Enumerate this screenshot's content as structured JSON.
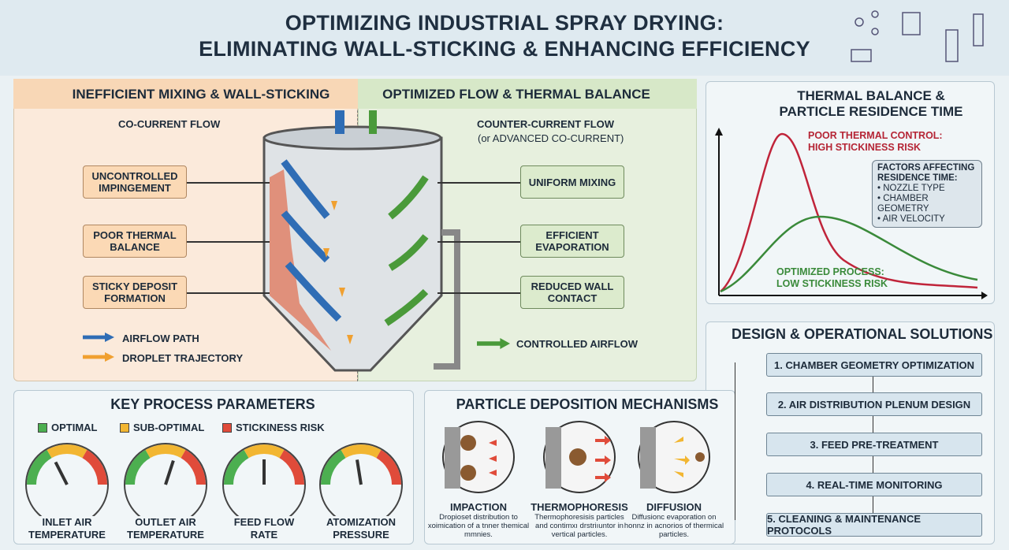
{
  "title": {
    "line1": "OPTIMIZING INDUSTRIAL SPRAY DRYING:",
    "line2": "ELIMINATING WALL-STICKING & ENHANCING EFFICIENCY"
  },
  "left": {
    "header": "INEFFICIENT MIXING & WALL-STICKING",
    "flow": "CO-CURRENT FLOW",
    "boxes": [
      "UNCONTROLLED IMPINGEMENT",
      "POOR THERMAL BALANCE",
      "STICKY DEPOSIT FORMATION"
    ],
    "legend": [
      "AIRFLOW PATH",
      "DROPLET TRAJECTORY"
    ]
  },
  "right": {
    "header": "OPTIMIZED FLOW & THERMAL BALANCE",
    "flow": "COUNTER-CURRENT FLOW",
    "flow_sub": "(or ADVANCED CO-CURRENT)",
    "boxes": [
      "UNIFORM MIXING",
      "EFFICIENT EVAPORATION",
      "REDUCED WALL CONTACT"
    ],
    "legend": "CONTROLLED AIRFLOW"
  },
  "thermal": {
    "title1": "THERMAL BALANCE &",
    "title2": "PARTICLE RESIDENCE TIME",
    "poor1": "POOR THERMAL CONTROL:",
    "poor2": "HIGH STICKINESS RISK",
    "opt1": "OPTIMIZED PROCESS:",
    "opt2": "LOW STICKINESS RISK",
    "factors_title1": "FACTORS AFFECTING",
    "factors_title2": "RESIDENCE TIME:",
    "factors": [
      "• NOZZLE TYPE",
      "• CHAMBER GEOMETRY",
      "• AIR VELOCITY"
    ]
  },
  "solutions": {
    "title": "DESIGN & OPERATIONAL SOLUTIONS",
    "steps": [
      "1. CHAMBER GEOMETRY OPTIMIZATION",
      "2. AIR DISTRIBUTION PLENUM DESIGN",
      "3. FEED PRE-TREATMENT",
      "4. REAL-TIME MONITORING",
      "5. CLEANING & MAINTENANCE PROTOCOLS"
    ]
  },
  "params": {
    "title": "KEY PROCESS PARAMETERS",
    "legend": [
      "OPTIMAL",
      "SUB-OPTIMAL",
      "STICKINESS RISK"
    ],
    "gauges": [
      {
        "l1": "INLET AIR",
        "l2": "TEMPERATURE"
      },
      {
        "l1": "OUTLET AIR",
        "l2": "TEMPERATURE"
      },
      {
        "l1": "FEED FLOW",
        "l2": "RATE"
      },
      {
        "l1": "ATOMIZATION",
        "l2": "PRESSURE"
      }
    ]
  },
  "mechanisms": {
    "title": "PARTICLE DEPOSITION MECHANISMS",
    "items": [
      {
        "name": "IMPACTION",
        "desc": "Dropioset distribution to xoimication of a tnner themical mmnies."
      },
      {
        "name": "THERMOPHORESIS",
        "desc": "Thermophoresisis particles and contimxı drstriıuntor in vertical particles."
      },
      {
        "name": "DIFFUSION",
        "desc": "Diffusionc evaporation on honnz in acnorios of thermical particles."
      }
    ]
  },
  "colors": {
    "optimal": "#4caf50",
    "suboptimal": "#f2b632",
    "risk": "#e04b3a",
    "airflow": "#2f6db5",
    "droplet": "#f0a030",
    "green_arrow": "#4a9a3a",
    "red_curve": "#c0243a",
    "green_curve": "#3a8a3a"
  }
}
